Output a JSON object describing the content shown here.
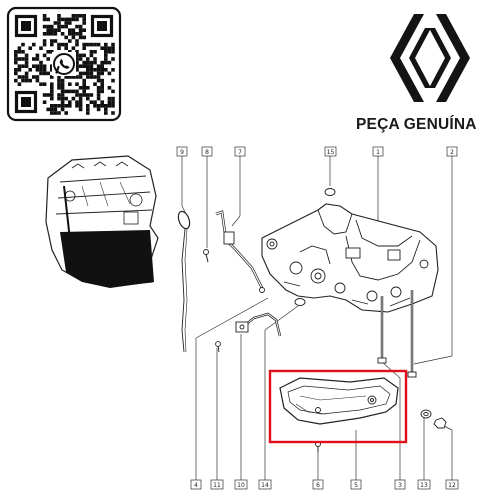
{
  "brand": {
    "tagline": "PEÇA GENUÍNA",
    "logo_icon": "renault-diamond-icon",
    "qr_icon": "whatsapp-qr-code-icon"
  },
  "diagram": {
    "highlight_color": "#e0101a",
    "line_color": "#333333",
    "callouts": {
      "c1": "1",
      "c2": "2",
      "c3": "3",
      "c4": "4",
      "c5": "5",
      "c6": "6",
      "c7": "7",
      "c8": "8",
      "c9": "9",
      "c10": "10",
      "c11": "11",
      "c12": "12",
      "c13": "13",
      "c14": "14",
      "c15": "15"
    }
  }
}
